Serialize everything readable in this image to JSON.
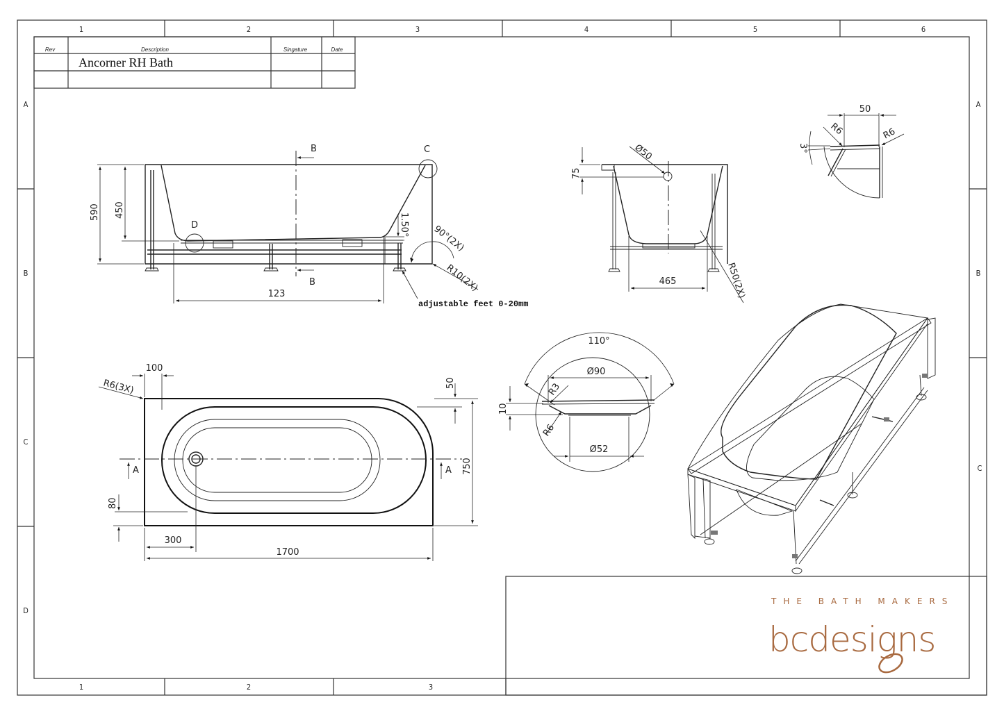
{
  "sheet": {
    "column_labels_top": [
      "1",
      "2",
      "3",
      "4",
      "5",
      "6"
    ],
    "column_labels_bottom": [
      "1",
      "2",
      "3"
    ],
    "row_labels_left": [
      "A",
      "B",
      "C",
      "D"
    ],
    "row_labels_right": [
      "A",
      "B",
      "C"
    ]
  },
  "revision_table": {
    "headers": {
      "rev": "Rev",
      "description": "Description",
      "signature": "Singature",
      "date": "Date"
    },
    "rows": [
      {
        "rev": "",
        "description": "Ancorner RH Bath",
        "signature": "",
        "date": ""
      },
      {
        "rev": "",
        "description": "",
        "signature": "",
        "date": ""
      }
    ]
  },
  "side_view": {
    "dims": {
      "height_total": "590",
      "depth_inner": "450",
      "floor_length": "123",
      "floor_angle": "1.50°",
      "corner_angle": "90°(2X)",
      "corner_radius": "R10(2X)"
    },
    "labels": {
      "section_top": "B",
      "section_bottom": "B",
      "detail_c": "C",
      "detail_d": "D"
    },
    "note": "adjustable feet 0-20mm"
  },
  "section_view": {
    "dims": {
      "overflow_offset": "75",
      "overflow_diameter": "Ø50",
      "floor_width": "465",
      "bottom_radius": "R50(2X)"
    }
  },
  "detail_c": {
    "dims": {
      "rim_width": "50",
      "radius_left": "R6",
      "radius_right": "R6",
      "rim_angle": "3°"
    }
  },
  "detail_d": {
    "dims": {
      "angle": "110°",
      "outer_diameter": "Ø90",
      "inner_diameter": "Ø52",
      "radius_top": "R3",
      "radius_bottom": "R6",
      "depth": "10"
    }
  },
  "plan_view": {
    "dims": {
      "corner_radius": "R6(3X)",
      "rim_left": "100",
      "rim_top": "50",
      "width": "750",
      "rim_bottom": "80",
      "waste_offset": "300",
      "length": "1700"
    },
    "labels": {
      "section_left": "A",
      "section_right": "A"
    }
  },
  "branding": {
    "tagline": "THE BATH MAKERS",
    "logo": "bcdesigns",
    "color": "#a8693f"
  }
}
